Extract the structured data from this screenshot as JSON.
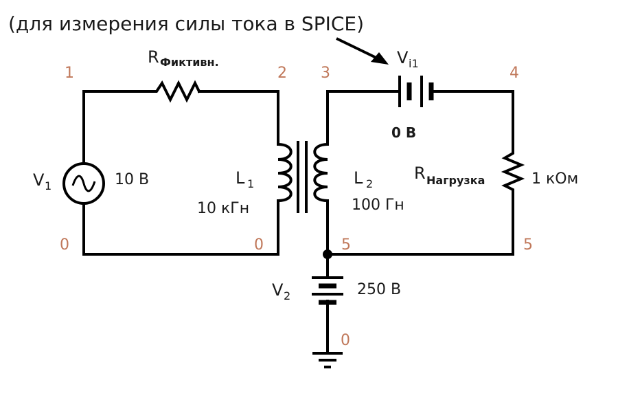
{
  "title": "(для измерения силы тока в SPICE)",
  "nodes": {
    "n1": "1",
    "n2": "2",
    "n3": "3",
    "n4": "4",
    "n0_left": "0",
    "n0_mid": "0",
    "n5_mid": "5",
    "n5_right": "5",
    "n0_bottom": "0"
  },
  "components": {
    "r_fict": {
      "letter": "R",
      "subscript": "Фиктивн."
    },
    "v1": {
      "letter": "V",
      "subscript": "1",
      "value": "10 В"
    },
    "l1": {
      "letter": "L",
      "subscript": "1",
      "value": "10 кГн"
    },
    "l2": {
      "letter": "L",
      "subscript": "2",
      "value": "100 Гн"
    },
    "vi1": {
      "letter": "V",
      "subscript": "i1",
      "value": "0 В"
    },
    "r_load": {
      "letter": "R",
      "subscript": "Нагрузка",
      "value": "1 кОм"
    },
    "v2": {
      "letter": "V",
      "subscript": "2",
      "value": "250 В"
    }
  },
  "colors": {
    "wire": "#000000",
    "node_label": "#c0785a",
    "text": "#1a1a1a"
  }
}
